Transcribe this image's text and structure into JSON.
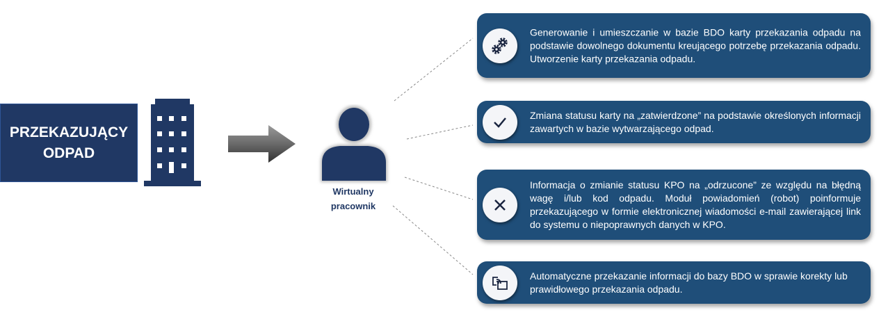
{
  "source": {
    "label_line1": "PRZEKAZUJĄCY",
    "label_line2": "ODPAD",
    "icon": "building-icon"
  },
  "worker": {
    "label_line1": "Wirtualny",
    "label_line2": "pracownik",
    "icon": "person-icon"
  },
  "colors": {
    "card": "#1f4e79",
    "box": "#203864"
  },
  "steps": [
    {
      "icon": "gears-icon",
      "text": "Generowanie i umieszczanie w bazie BDO karty przekazania odpadu na podstawie dowolnego dokumentu kreującego potrzebę przekazania odpadu. Utworzenie karty przekazania odpadu."
    },
    {
      "icon": "check-icon",
      "text": "Zmiana statusu karty na „zatwierdzone” na podstawie określonych informacji zawartych w bazie wytwarzającego odpad."
    },
    {
      "icon": "close-icon",
      "text": "Informacja o zmianie statusu KPO na „odrzucone” ze względu na błędną wagę i/lub kod odpadu. Moduł powiadomień (robot) poinformuje przekazującego w formie elektronicznej wiadomości e-mail zawierającej link do systemu o niepoprawnych danych w KPO."
    },
    {
      "icon": "cast-icon",
      "text": "Automatyczne przekazanie informacji do bazy BDO w sprawie korekty lub prawidłowego przekazania odpadu."
    }
  ]
}
